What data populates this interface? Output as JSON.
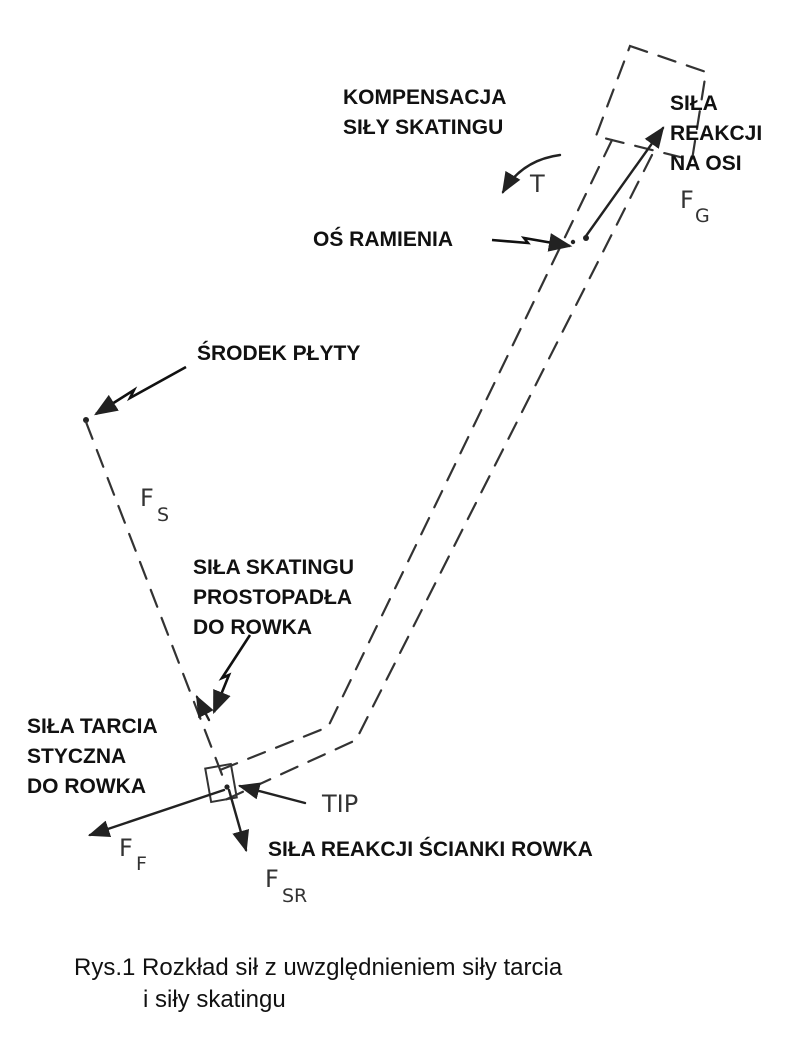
{
  "labels": {
    "kompensacja": [
      "KOMPENSACJA",
      "SIŁY SKATINGU"
    ],
    "sila_reakcji_na_osi": [
      "SIŁA",
      "REAKCJI",
      "NA OSI"
    ],
    "os_ramienia": "OŚ RAMIENIA",
    "srodek_plyty": "ŚRODEK PŁYTY",
    "sila_skatingu": [
      "SIŁA SKATINGU",
      "PROSTOPADŁA",
      "DO ROWKA"
    ],
    "sila_tarcia": [
      "SIŁA TARCIA",
      "STYCZNA",
      "DO ROWKA"
    ],
    "tip": "TIP",
    "sila_reakcji_scianki": "SIŁA REAKCJI ŚCIANKI ROWKA"
  },
  "symbols": {
    "torque": "T",
    "fg": {
      "main": "F",
      "sub": "G"
    },
    "fs": {
      "main": "F",
      "sub": "S"
    },
    "ff": {
      "main": "F",
      "sub": "F"
    },
    "fsr": {
      "main": "F",
      "sub": "SR"
    }
  },
  "caption": [
    "Rys.1 Rozkład sił z uwzględnieniem siły tarcia",
    "i siły skatingu"
  ]
}
